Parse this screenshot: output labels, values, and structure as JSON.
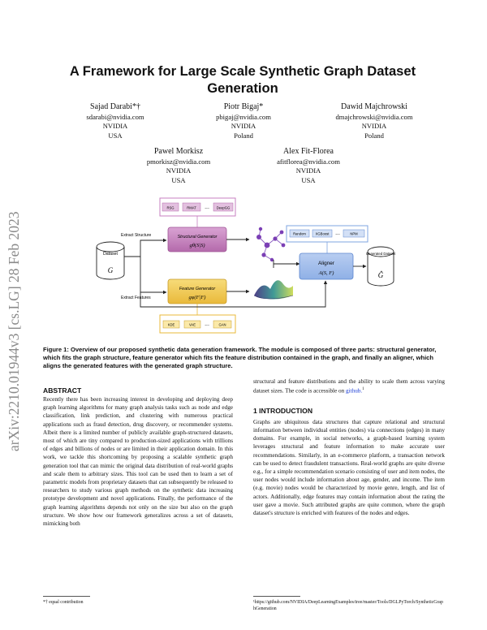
{
  "stamp": "arXiv:2210.01944v3  [cs.LG]  28 Feb 2023",
  "title": "A Framework for Large Scale Synthetic Graph Dataset Generation",
  "authors": [
    {
      "name": "Sajad Darabi*†",
      "email": "sdarabi@nvidia.com",
      "org": "NVIDIA",
      "country": "USA"
    },
    {
      "name": "Piotr Bigaj*",
      "email": "pbigaj@nvidia.com",
      "org": "NVIDIA",
      "country": "Poland"
    },
    {
      "name": "Dawid Majchrowski",
      "email": "dmajchrowski@nvidia.com",
      "org": "NVIDIA",
      "country": "Poland"
    },
    {
      "name": "Pawel Morkisz",
      "email": "pmorkisz@nvidia.com",
      "org": "NVIDIA",
      "country": "USA"
    },
    {
      "name": "Alex Fit-Florea",
      "email": "afitflorea@nvidia.com",
      "org": "NVIDIA",
      "country": "USA"
    }
  ],
  "figure": {
    "structure_methods": [
      "RSG",
      "RMAT",
      "...",
      "DeepGG"
    ],
    "feature_methods": [
      "KDE",
      "VAE",
      "...",
      "GAN"
    ],
    "aligner_methods": [
      "Random",
      "XGBoost",
      "...",
      "NPM"
    ],
    "dataset_label": "Dataset",
    "dataset_symbol": "G",
    "generated_label": "Generated Dataset",
    "generated_symbol": "Ĝ",
    "extract_structure": "Extract Structure",
    "extract_features": "Extract Features",
    "structural_generator": "Structural Generator",
    "structural_formula": "gθ(S|S)",
    "feature_generator": "Feature Generator",
    "feature_formula": "gφ(F|F)",
    "aligner": "Aligner",
    "aligner_formula": "A(S, F)",
    "colors": {
      "structure": "#c77fc0",
      "features": "#f2c94c",
      "aligner": "#7fa4e0"
    }
  },
  "caption": {
    "label": "Figure 1:",
    "text": "Overview of our proposed synthetic data generation framework. The module is composed of three parts: structural generator, which fits the graph structure, feature generator which fits the feature distribution contained in the graph, and finally an aligner, which aligns the generated features with the generated graph structure."
  },
  "abstract": {
    "heading": "ABSTRACT",
    "text": "Recently there has been increasing interest in developing and deploying deep graph learning algorithms for many graph analysis tasks such as node and edge classification, link prediction, and clustering with numerous practical applications such as fraud detection, drug discovery, or recommender systems. Albeit there is a limited number of publicly available graph-structured datasets, most of which are tiny compared to production-sized applications with trillions of edges and billions of nodes or are limited in their application domain. In this work, we tackle this shortcoming by proposing a scalable synthetic graph generation tool that can mimic the original data distribution of real-world graphs and scale them to arbitrary sizes. This tool can be used then to learn a set of parametric models from proprietary datasets that can subsequently be released to researchers to study various graph methods on the synthetic data increasing prototype development and novel applications. Finally, the performance of the graph learning algorithms depends not only on the size but also on the graph structure. We show how our framework generalizes across a set of datasets, mimicking both"
  },
  "abstract_cont": {
    "text": "structural and feature distributions and the ability to scale them across varying dataset sizes. The code is accessible on ",
    "link": "github.",
    "sup": "1"
  },
  "intro": {
    "heading": "1   INTRODUCTION",
    "text": "Graphs are ubiquitous data structures that capture relational and structural information between individual entities (nodes) via connections (edges) in many domains. For example, in social networks, a graph-based learning system leverages structural and feature information to make accurate user recommendations. Similarly, in an e-commerce platform, a transaction network can be used to detect fraudulent transactions. Real-world graphs are quite diverse e.g., for a simple recommendation scenario consisting of user and item nodes, the user nodes would include information about age, gender, and income. The item (e.g. movie) nodes would be characterized by movie genre, length, and list of actors. Additionally, edge features may contain information about the rating the user gave a movie. Such attributed graphs are quite common, where the graph dataset's structure is enriched with features of the nodes and edges."
  },
  "footnote_left": "*† equal contribution",
  "footnote_right": "¹https://github.com/NVIDIA/DeepLearningExamples/tree/master/Tools/DGLPyTorch/SyntheticGraphGeneration"
}
